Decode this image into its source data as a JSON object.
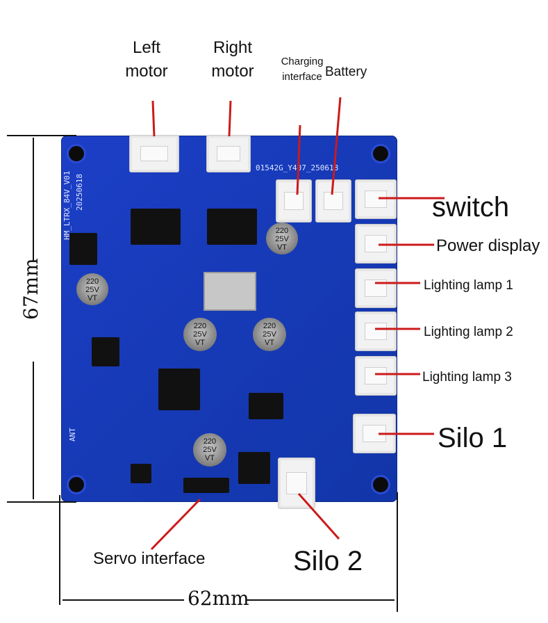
{
  "labels": {
    "left_motor": "Left motor",
    "right_motor": "Right motor",
    "charging_interface": "Charging interface",
    "battery": "Battery",
    "switch": "switch",
    "power_display": "Power display",
    "lighting_lamp_1": "Lighting lamp 1",
    "lighting_lamp_2": "Lighting lamp 2",
    "lighting_lamp_3": "Lighting lamp 3",
    "silo_1": "Silo 1",
    "silo_2": "Silo 2",
    "servo_interface": "Servo interface"
  },
  "dimensions": {
    "height": "67mm",
    "width": "62mm"
  },
  "silkscreen": {
    "model": "HM_LTRX_84V_V01",
    "date": "20250618",
    "top_code": "01542G_Y407_250618",
    "ant": "ANT"
  },
  "components": {
    "cap_text": "220\n25V\nVT"
  },
  "colors": {
    "board": "#1a3cc0",
    "leader_line": "#cc1a1a"
  }
}
